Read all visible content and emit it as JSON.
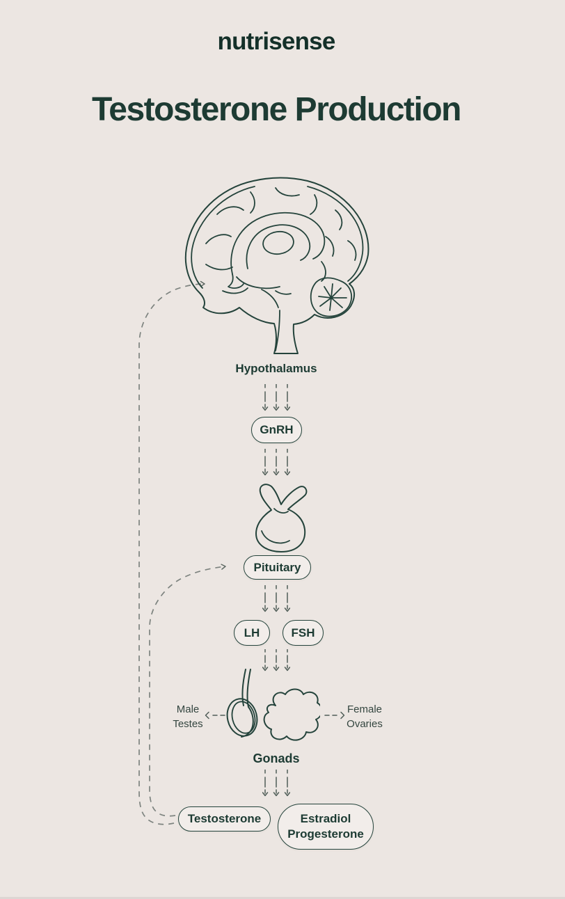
{
  "header": {
    "logo": "nutrisense",
    "title": "Testosterone Production"
  },
  "diagram": {
    "hypothalamus_label": "Hypothalamus",
    "gnrh_pill": "GnRH",
    "pituitary_pill": "Pituitary",
    "lh_pill": "LH",
    "fsh_pill": "FSH",
    "male_label_line1": "Male",
    "male_label_line2": "Testes",
    "female_label_line1": "Female",
    "female_label_line2": "Ovaries",
    "gonads_label": "Gonads",
    "testosterone_pill": "Testosterone",
    "estradiol_pill_line1": "Estradiol",
    "estradiol_pill_line2": "Progesterone",
    "icons": {
      "brain": "brain-illustration",
      "pituitary": "pituitary-gland-illustration",
      "testis": "testis-illustration",
      "ovary": "ovary-illustration",
      "flow_arrows": "downward-dashed-arrows-icon",
      "feedback_loops": "feedback-loop-dashed-paths"
    }
  },
  "colors": {
    "background": "#ece6e2",
    "ink": "#1d3b33",
    "logo_ink": "#143029",
    "pill_fill": "#f2edea",
    "pill_border": "#24433b",
    "flow_arrow": "#4f5d57",
    "feedback_gray": "#7d837f",
    "side_label": "#33453f"
  }
}
